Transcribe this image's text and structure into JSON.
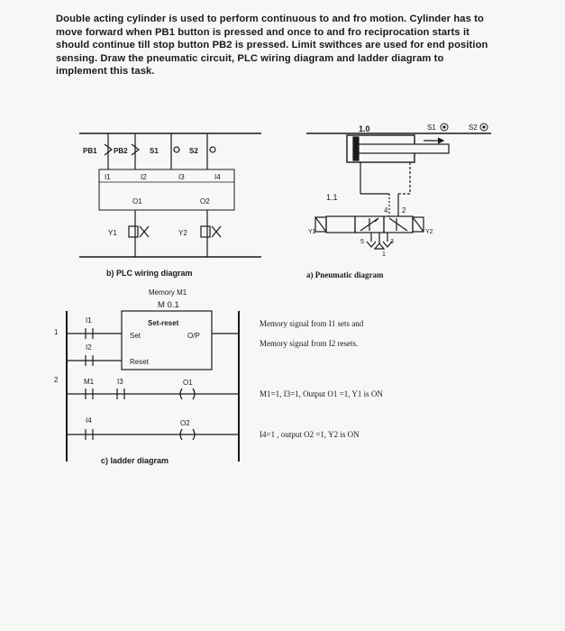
{
  "problem_text": "Double acting cylinder is used to perform continuous to and fro motion. Cylinder has to move forward when PB1 button is pressed and once to and fro reciprocation starts it should continue till stop button PB2 is pressed. Limit swithces are used for end position sensing. Draw the pneumatic circuit, PLC wiring diagram and ladder diagram to implement this task.",
  "plc": {
    "inputs": {
      "pb1": "PB1",
      "pb2": "PB2",
      "s1": "S1",
      "s2": "S2"
    },
    "terminals_in": [
      "I1",
      "I2",
      "I3",
      "I4"
    ],
    "terminals_out": [
      "O1",
      "O2"
    ],
    "outputs": {
      "y1": "Y1",
      "y2": "Y2"
    },
    "caption": "b) PLC wiring diagram"
  },
  "pneumatic": {
    "cylinder_label": "1.0",
    "valve_label": "1.1",
    "s1": "S1",
    "s2": "S2",
    "port4": "4",
    "port2": "2",
    "port5": "5",
    "port3": "3",
    "port1": "1",
    "y1": "Y1",
    "y2": "Y2",
    "caption": "a) Pneumatic diagram"
  },
  "ladder": {
    "memory_title": "Memory M1",
    "memory_addr": "M 0.1",
    "setreset": "Set-reset",
    "set": "Set",
    "op": "O/P",
    "reset": "Reset",
    "rung1": "1",
    "rung2": "2",
    "c_i1": "I1",
    "c_i2": "I2",
    "c_m1": "M1",
    "c_i3": "I3",
    "c_i4": "I4",
    "c_o1": "O1",
    "c_o2": "O2",
    "caption": "c) ladder diagram"
  },
  "notes": {
    "n1": "Memory signal from I1 sets and",
    "n2": "Memory signal from I2 resets.",
    "n3": "M1=1, I3=1, Output O1 =1, Y1 is ON",
    "n4": "I4=1 , output O2 =1, Y2 is ON"
  }
}
